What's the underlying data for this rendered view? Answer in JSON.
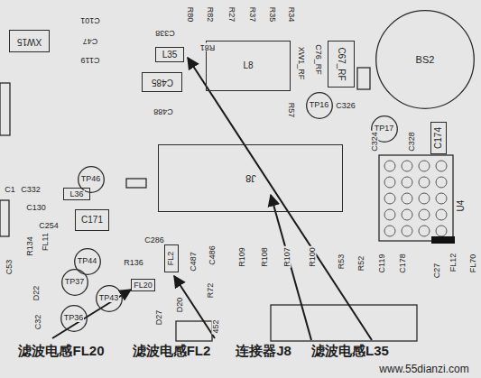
{
  "diagram": {
    "nodes": [
      {
        "text": [
          "XW15"
        ]
      },
      {
        "text": [
          "L35"
        ]
      },
      {
        "text": [
          "C485"
        ]
      },
      {
        "text": [
          "L8"
        ]
      },
      {
        "text": [
          "C67_RF"
        ]
      },
      {
        "text": [
          "BS2"
        ]
      },
      {
        "text": [
          "TP16"
        ]
      },
      {
        "text": [
          "TP17"
        ]
      },
      {
        "text": [
          "C174"
        ]
      },
      {
        "text": [
          "J8"
        ]
      },
      {
        "text": [
          "TP46"
        ]
      },
      {
        "text": [
          "L36"
        ]
      },
      {
        "text": [
          "C171"
        ]
      },
      {
        "text": [
          "TP44"
        ]
      },
      {
        "text": [
          "FL2"
        ]
      },
      {
        "text": [
          "TP37"
        ]
      },
      {
        "text": [
          "TP43"
        ]
      },
      {
        "text": [
          "FL20"
        ]
      },
      {
        "text": [
          "TP36"
        ]
      }
    ],
    "labels": [
      "C101",
      "C47",
      "C119",
      "C338",
      "R81",
      "R80",
      "R82",
      "R27",
      "R37",
      "R35",
      "R34",
      "XW1_RF",
      "C76_RF",
      "C488",
      "R57",
      "C326",
      "C324",
      "C328",
      "C1",
      "C332",
      "C130",
      "C254",
      "C53",
      "R134",
      "FL11",
      "C286",
      "R136",
      "C487",
      "C486",
      "R109",
      "R108",
      "R107",
      "R100",
      "R53",
      "R52",
      "C119",
      "C178",
      "C27",
      "FL12",
      "FL70",
      "D20",
      "R72",
      "D22",
      "C32",
      "D27",
      "452",
      "U4",
      "滤波电感FL20",
      "滤波电感FL2",
      "连接器J8",
      "滤波电感L35",
      "www.55dianzi.com"
    ]
  }
}
